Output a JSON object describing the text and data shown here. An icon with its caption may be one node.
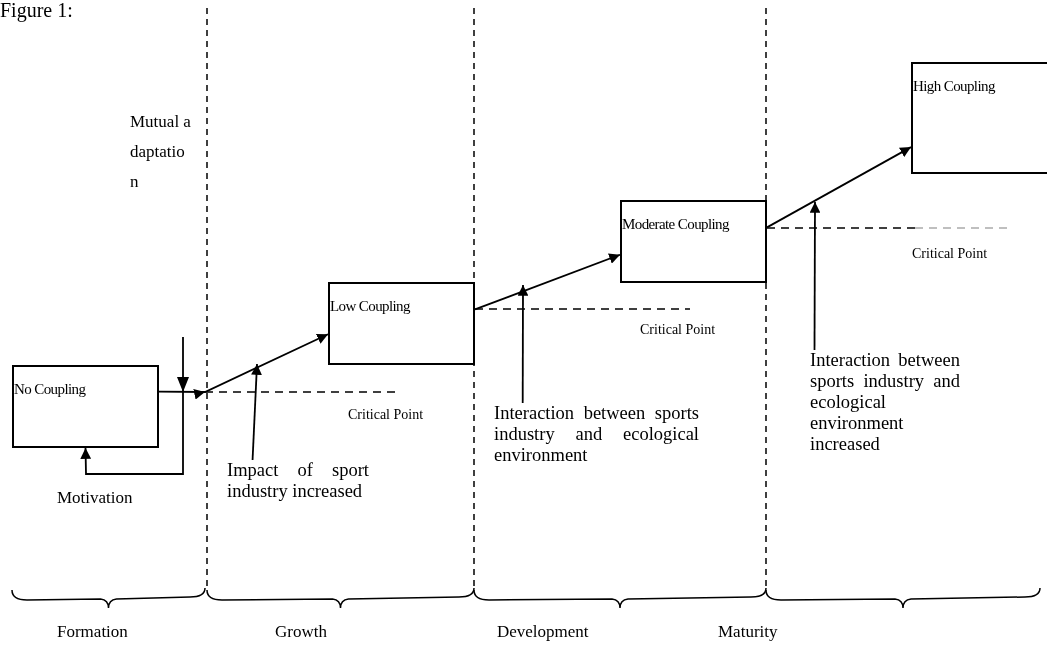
{
  "diagram": {
    "nodes": [
      {
        "text": [
          "No Coupling"
        ]
      },
      {
        "text": [
          "Low Coupling"
        ]
      },
      {
        "text": [
          "Moderate Coupling"
        ]
      },
      {
        "text": [
          "High Coupling"
        ]
      },
      {
        "text": [
          "Impact of sport industry increased"
        ]
      },
      {
        "text": [
          "Interaction between sports industry and ecological environment"
        ]
      },
      {
        "text": [
          "Interaction between sports industry and ecological environment increased"
        ]
      }
    ],
    "edges": [
      {
        "from": 0,
        "to": 1,
        "arrow": "to"
      },
      {
        "from": null,
        "to": 0,
        "arrow": "to"
      },
      {
        "from": 1,
        "to": 2,
        "arrow": "to"
      },
      {
        "from": 2,
        "to": 3,
        "arrow": "to"
      },
      {
        "from": 4,
        "to": null,
        "arrow": "to"
      },
      {
        "from": 5,
        "to": null,
        "arrow": "to"
      },
      {
        "from": 6,
        "to": null,
        "arrow": "to"
      }
    ],
    "labels": [
      "Figure 1:",
      "Mutual adaptation",
      "Critical Point",
      "Critical Point",
      "Critical Point",
      "Motivation",
      "Formation",
      "Growth",
      "Development",
      "Maturity"
    ]
  }
}
